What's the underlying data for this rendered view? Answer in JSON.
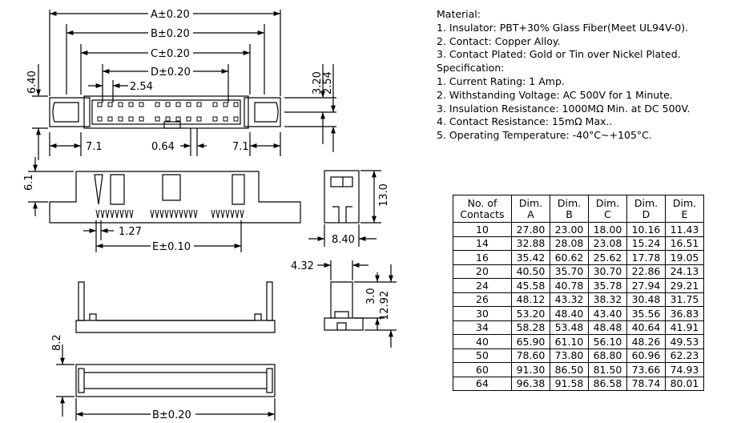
{
  "dimensions": {
    "A": "A±0.20",
    "B": "B±0.20",
    "C": "C±0.20",
    "D": "D±0.20",
    "E": "E±0.10",
    "B_bottom": "B±0.20",
    "h640": "6.40",
    "h320": "3.20",
    "h254v": "2.54",
    "pitch": "2.54",
    "edge_left": "7.1",
    "edge_right": "7.1",
    "w064": "0.64",
    "h61": "6.1",
    "w127": "1.27",
    "h130": "13.0",
    "w840": "8.40",
    "w432": "4.32",
    "h30": "3.0",
    "h1292": "12.92",
    "h82": "8.2"
  },
  "specification": [
    "Material:",
    "1. Insulator: PBT+30% Glass Fiber(Meet UL94V-0).",
    "2. Contact: Copper Alloy.",
    "3. Contact Plated: Gold or Tin over Nickel Plated.",
    "Specification:",
    "1. Current Rating: 1 Amp.",
    "2. Withstanding Voltage: AC 500V for 1 Minute.",
    "3. Insulation Resistance: 1000MΩ Min. at DC 500V.",
    "4. Contact Resistance: 15mΩ Max..",
    "5. Operating Temperature: -40°C~+105°C."
  ],
  "table": {
    "headers": [
      [
        "No. of",
        "Contacts"
      ],
      [
        "Dim.",
        "A"
      ],
      [
        "Dim.",
        "B"
      ],
      [
        "Dim.",
        "C"
      ],
      [
        "Dim.",
        "D"
      ],
      [
        "Dim.",
        "E"
      ]
    ],
    "rows": [
      [
        "10",
        "27.80",
        "23.00",
        "18.00",
        "10.16",
        "11.43"
      ],
      [
        "14",
        "32.88",
        "28.08",
        "23.08",
        "15.24",
        "16.51"
      ],
      [
        "16",
        "35.42",
        "60.62",
        "25.62",
        "17.78",
        "19.05"
      ],
      [
        "20",
        "40.50",
        "35.70",
        "30.70",
        "22.86",
        "24.13"
      ],
      [
        "24",
        "45.58",
        "40.78",
        "35.78",
        "27.94",
        "29.21"
      ],
      [
        "26",
        "48.12",
        "43.32",
        "38.32",
        "30.48",
        "31.75"
      ],
      [
        "30",
        "53.20",
        "48.40",
        "43.40",
        "35.56",
        "36.83"
      ],
      [
        "34",
        "58.28",
        "53.48",
        "48.48",
        "40.64",
        "41.91"
      ],
      [
        "40",
        "65.90",
        "61.10",
        "56.10",
        "48.26",
        "49.53"
      ],
      [
        "50",
        "78.60",
        "73.80",
        "68.80",
        "60.96",
        "62.23"
      ],
      [
        "60",
        "91.30",
        "86.50",
        "81.50",
        "73.66",
        "74.93"
      ],
      [
        "64",
        "96.38",
        "91.58",
        "86.58",
        "78.74",
        "80.01"
      ]
    ]
  }
}
